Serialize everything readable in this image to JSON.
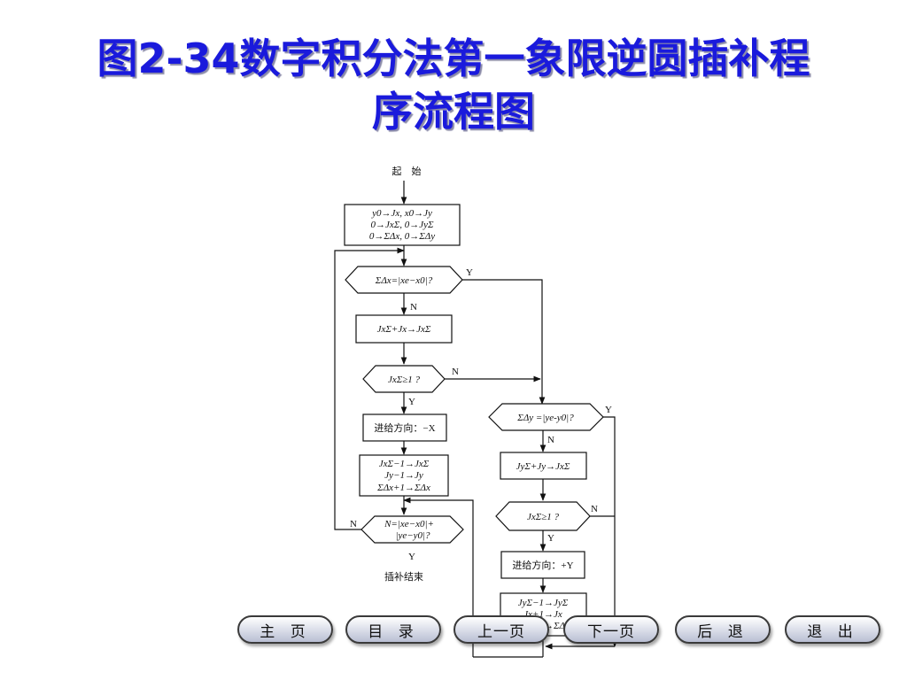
{
  "title": {
    "line1": "图2-34数字积分法第一象限逆圆插补程",
    "line2": "序流程图"
  },
  "flowchart": {
    "start": "起　始",
    "init": {
      "line1": "y0→Jx, x0→Jy",
      "line2": "0→JxΣ,  0→JyΣ",
      "line3": "0→ΣΔx,  0→ΣΔy"
    },
    "dec_sum_x": "ΣΔx=|xe−x0|?",
    "acc_x": "JxΣ+Jx→JxΣ",
    "dec_over_x": "JxΣ≥1 ?",
    "feed_x": "进给方向：−X",
    "update_x": {
      "line1": "JxΣ−1→JxΣ",
      "line2": "Jy−1→Jy",
      "line3": "ΣΔx+1→ΣΔx"
    },
    "dec_end": {
      "line1": "N=|xe−x0|+",
      "line2": "|ye−y0|?"
    },
    "end": "插补结束",
    "dec_sum_y": "ΣΔy =|ye-y0|?",
    "acc_y": "JyΣ+Jy→JxΣ",
    "dec_over_y": "JxΣ≥1 ?",
    "feed_y": "进给方向：+Y",
    "update_y": {
      "line1": "JyΣ−1→JyΣ",
      "line2": "Jx+1→Jx",
      "line3": "ΣΔy+1→ΣΔy"
    },
    "label_yes": "Y",
    "label_no": "N"
  },
  "nav": {
    "home": "主 页",
    "toc": "目 录",
    "prev": "上一页",
    "next": "下一页",
    "back": "后 退",
    "exit": "退 出"
  }
}
